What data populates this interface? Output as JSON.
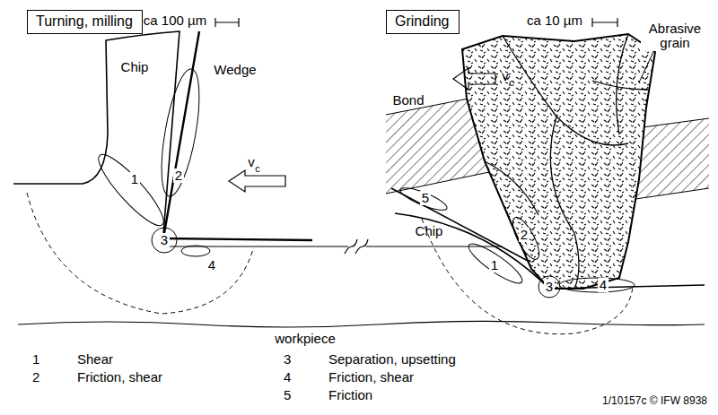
{
  "diagram": {
    "nodes": [
      {
        "text": [
          "Turning, milling"
        ]
      },
      {
        "text": [
          "Grinding"
        ]
      }
    ],
    "labels": [
      "ca 100 µm",
      "Chip",
      "Wedge",
      "v",
      "c",
      "1",
      "2",
      "3",
      "4",
      "ca 10 µm",
      "v",
      "c",
      "Abrasive grain",
      "Bond",
      "5",
      "Chip",
      "2",
      "1",
      "3",
      "4",
      "workpiece",
      "1",
      "Shear",
      "2",
      "Friction, shear",
      "3",
      "Separation, upsetting",
      "4",
      "Friction, shear",
      "5",
      "Friction",
      "1/10157c © IFW 8938"
    ]
  }
}
